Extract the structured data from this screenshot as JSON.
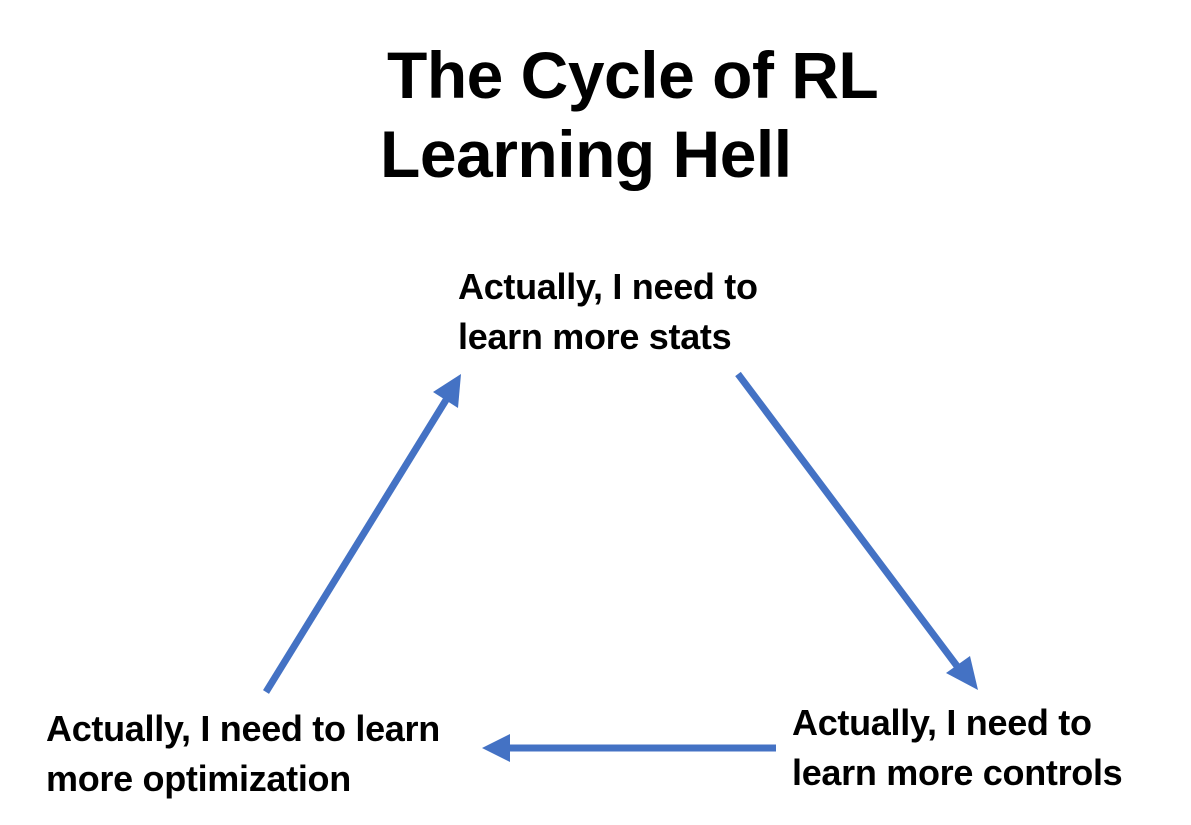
{
  "title": {
    "line1": "The Cycle of RL",
    "line2": "Learning Hell"
  },
  "nodes": {
    "top": {
      "line1": "Actually, I need to",
      "line2": "learn more stats"
    },
    "right": {
      "line1": "Actually, I need to",
      "line2": "learn more controls"
    },
    "left": {
      "line1": "Actually, I need to learn",
      "line2": "more optimization"
    }
  },
  "colors": {
    "arrow": "#4472c4",
    "text": "#000000",
    "background": "#ffffff"
  }
}
